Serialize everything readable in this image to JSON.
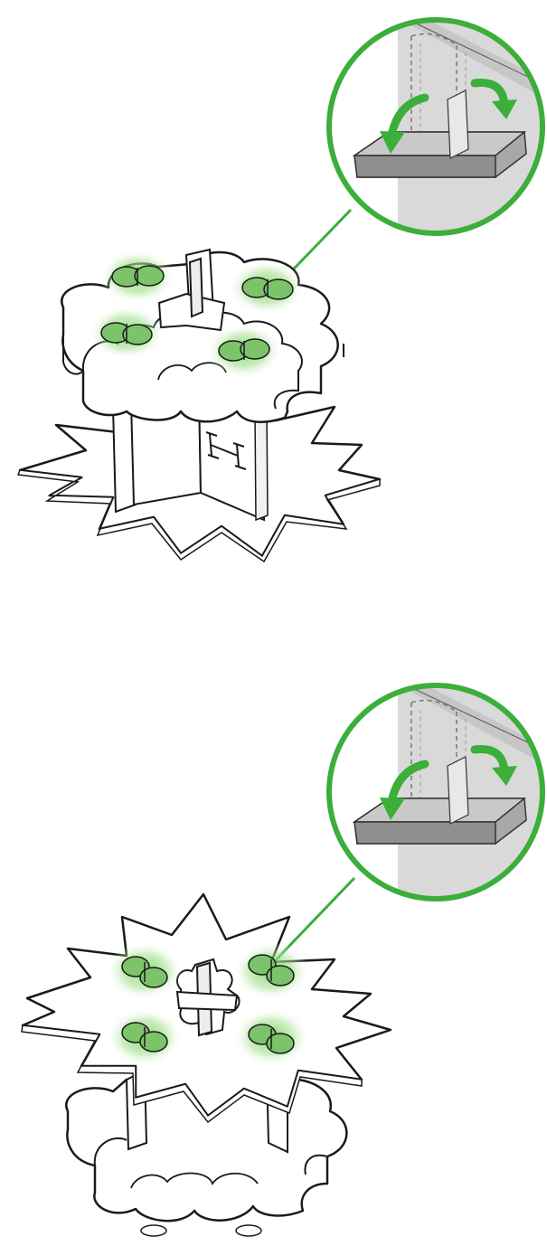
{
  "figure": {
    "panels": [
      {
        "id": "top",
        "view": "stand-upright",
        "tab_count": 4
      },
      {
        "id": "bottom",
        "view": "stand-inverted",
        "tab_count": 4
      }
    ],
    "colors": {
      "highlight": "#3cae3a",
      "highlight_glow": "#9fdc86",
      "tab_fill": "#7cc46a",
      "line": "#1a1a1a",
      "zoom_bg": "#d9d9d9",
      "zoom_plate": "#a8a8a8",
      "zoom_plate_top": "#c9c9c9",
      "background": "#ffffff"
    },
    "icons": [
      "fold-arrow-left-icon",
      "fold-arrow-right-icon"
    ]
  }
}
